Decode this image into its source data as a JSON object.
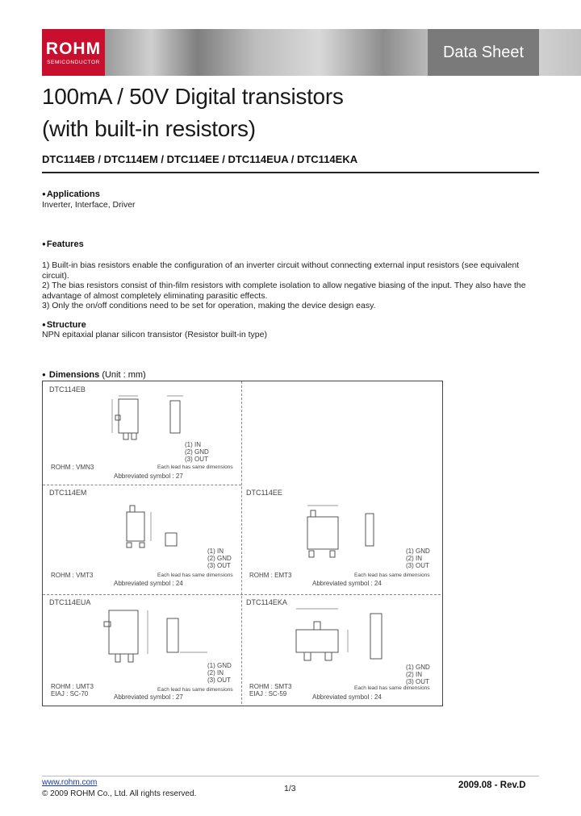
{
  "header": {
    "logo_text": "ROHM",
    "logo_sub": "SEMICONDUCTOR",
    "doc_type": "Data Sheet"
  },
  "title": {
    "line1": "100mA / 50V Digital transistors",
    "line2": "(with built-in resistors)",
    "parts": "DTC114EB / DTC114EM / DTC114EE / DTC114EUA / DTC114EKA"
  },
  "applications": {
    "heading": "Applications",
    "text": "Inverter, Interface, Driver"
  },
  "features": {
    "heading": "Features",
    "items": [
      "1) Built-in bias resistors enable the configuration of an inverter circuit without connecting external input resistors (see equivalent circuit).",
      "2) The bias resistors consist of thin-film resistors with complete isolation to allow negative biasing of the input. They also have the advantage of almost completely eliminating parasitic effects.",
      "3) Only the on/off conditions need to be set for operation, making the device design easy."
    ]
  },
  "structure": {
    "heading": "Structure",
    "text": "NPN epitaxial planar silicon transistor (Resistor built-in type)"
  },
  "dimensions": {
    "heading": "Dimensions",
    "unit": "(Unit : mm)",
    "packages": [
      {
        "name": "DTC114EB",
        "rohm": "ROHM : VMN3",
        "eiaj": "",
        "abbrev": "Abbreviated symbol : 27",
        "note": "Each lead has same dimensions",
        "pins": [
          "(1) IN",
          "(2) GND",
          "(3) OUT"
        ]
      },
      {
        "name": "DTC114EM",
        "rohm": "ROHM : VMT3",
        "eiaj": "",
        "abbrev": "Abbreviated symbol : 24",
        "note": "Each lead has same dimensions",
        "pins": [
          "(1) IN",
          "(2) GND",
          "(3) OUT"
        ]
      },
      {
        "name": "DTC114EE",
        "rohm": "ROHM : EMT3",
        "eiaj": "",
        "abbrev": "Abbreviated symbol : 24",
        "note": "Each lead has same dimensions",
        "pins": [
          "(1) GND",
          "(2) IN",
          "(3) OUT"
        ]
      },
      {
        "name": "DTC114EUA",
        "rohm": "ROHM : UMT3",
        "eiaj": "EIAJ : SC-70",
        "abbrev": "Abbreviated symbol : 27",
        "note": "Each lead has same dimensions",
        "pins": [
          "(1) GND",
          "(2) IN",
          "(3) OUT"
        ]
      },
      {
        "name": "DTC114EKA",
        "rohm": "ROHM : SMT3",
        "eiaj": "EIAJ : SC-59",
        "abbrev": "Abbreviated symbol : 24",
        "note": "Each lead has same dimensions",
        "pins": [
          "(1) GND",
          "(2) IN",
          "(3) OUT"
        ]
      }
    ]
  },
  "footer": {
    "url": "www.rohm.com",
    "copyright": "© 2009 ROHM Co., Ltd. All rights reserved.",
    "page": "1/3",
    "revision": "2009.08 - Rev.D"
  }
}
